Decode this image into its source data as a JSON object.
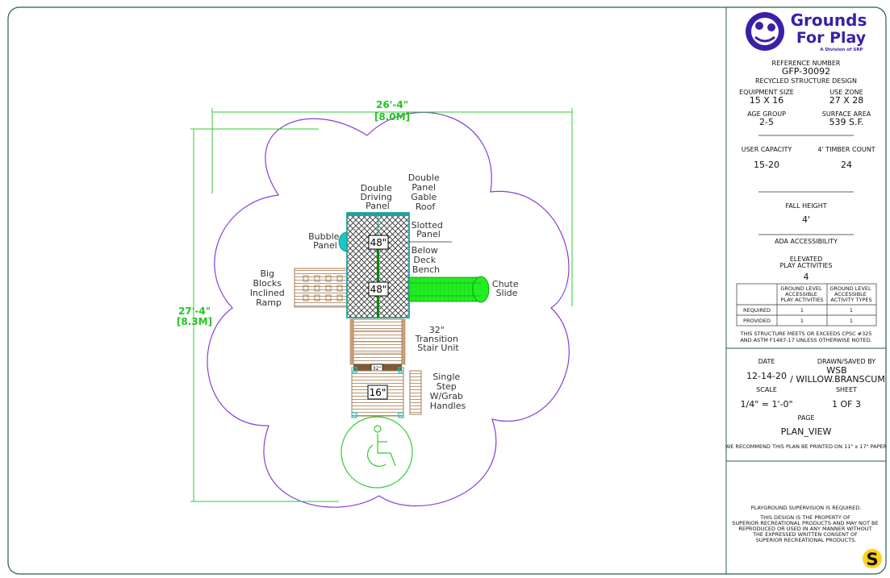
{
  "colors": {
    "border": "#1f5f3f",
    "dimension": "#2fcc2f",
    "use_zone": "#8a3fd6",
    "slide": "#22ee22",
    "bubble": "#19c7c7",
    "wood": "#a67c52",
    "brand": "#3a1fa8"
  },
  "logo": {
    "line1": "Grounds",
    "line2": "For Play",
    "tagline": "A Division of SRP"
  },
  "title_block": {
    "reference_label": "REFERENCE NUMBER",
    "reference_value": "GFP-30092",
    "design_name": "RECYCLED STRUCTURE DESIGN",
    "equipment_size_label": "EQUIPMENT SIZE",
    "equipment_size_value": "15 X 16",
    "use_zone_label": "USE ZONE",
    "use_zone_value": "27 X 28",
    "age_group_label": "AGE GROUP",
    "age_group_value": "2-5",
    "surface_area_label": "SURFACE AREA",
    "surface_area_value": "539 S.F.",
    "user_capacity_label": "USER CAPACITY",
    "user_capacity_value": "15-20",
    "timber_count_label": "4' TIMBER COUNT",
    "timber_count_value": "24",
    "fall_height_label": "FALL HEIGHT",
    "fall_height_value": "4'",
    "ada_label": "ADA ACCESSIBILITY",
    "elevated_label_1": "ELEVATED",
    "elevated_label_2": "PLAY ACTIVITIES",
    "elevated_value": "4",
    "ada_table": {
      "col1": [
        "GROUND LEVEL",
        "ACCESSIBLE",
        "PLAY ACTIVITIES"
      ],
      "col2": [
        "GROUND LEVEL",
        "ACCESSIBLE",
        "ACTIVITY TYPES"
      ],
      "rows": [
        {
          "label": "REQUIRED",
          "v1": "1",
          "v2": "1"
        },
        {
          "label": "PROVIDED",
          "v1": "1",
          "v2": "1"
        }
      ]
    },
    "compliance_1": "THIS STRUCTURE MEETS OR EXCEEDS CPSC #325",
    "compliance_2": "AND ASTM F1487-17 UNLESS OTHERWISE NOTED.",
    "date_label": "DATE",
    "date_value": "12-14-20",
    "drawn_label": "DRAWN/SAVED BY",
    "drawn_initials": "WSB",
    "drawn_path": "/ WILLOW.BRANSCUM",
    "scale_label": "SCALE",
    "scale_value": "1/4\" = 1'-0\"",
    "sheet_label": "SHEET",
    "sheet_value": "1   OF   3",
    "page_label": "PAGE",
    "page_value": "PLAN_VIEW",
    "print_note": "WE RECOMMEND THIS PLAN BE PRINTED ON 11\" x 17\" PAPER",
    "supervision": "PLAYGROUND SUPERVISION IS REQUIRED.",
    "property_1": "THIS DESIGN IS THE PROPERTY OF",
    "property_2": "SUPERIOR RECREATIONAL PRODUCTS AND MAY NOT BE",
    "property_3": "REPRODUCED OR USED IN ANY MANNER WITHOUT",
    "property_4": "THE EXPRESSED WRITTEN CONSENT OF",
    "property_5": "SUPERIOR RECREATIONAL PRODUCTS.",
    "corner_mark": "S"
  },
  "plan": {
    "width_dim_1": "26'-4\"",
    "width_dim_2": "[8.0M]",
    "height_dim_1": "27'-4\"",
    "height_dim_2": "[8.3M]",
    "deck_height_upper": "48\"",
    "deck_height_lower": "48\"",
    "step_height": "16\"",
    "stair_tag": "32\"",
    "labels": {
      "double_driving_panel": [
        "Double",
        "Driving",
        "Panel"
      ],
      "double_panel_gable_roof": [
        "Double",
        "Panel",
        "Gable",
        "Roof"
      ],
      "slotted_panel": [
        "Slotted",
        "Panel"
      ],
      "below_deck_bench": [
        "Below",
        "Deck",
        "Bench"
      ],
      "bubble_panel": [
        "Bubble",
        "Panel"
      ],
      "big_blocks_ramp": [
        "Big",
        "Blocks",
        "Inclined",
        "Ramp"
      ],
      "chute_slide": [
        "Chute",
        "Slide"
      ],
      "transition_stair": [
        "32\"",
        "Transition",
        "Stair Unit"
      ],
      "single_step": [
        "Single",
        "Step",
        "W/Grab",
        "Handles"
      ]
    }
  }
}
